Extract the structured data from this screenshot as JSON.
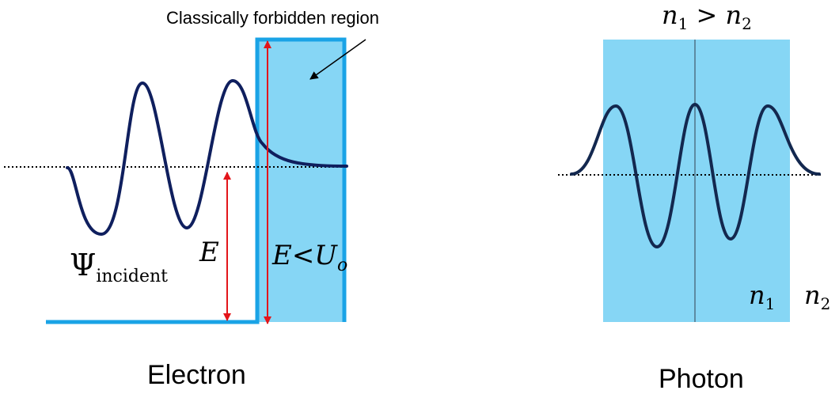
{
  "electron": {
    "caption": "Electron",
    "annotation": "Classically forbidden region",
    "psi_symbol": "Ψ",
    "psi_subscript": "incident",
    "energy_label": "E",
    "barrier_label": "E<U",
    "barrier_label_subscript": "o"
  },
  "photon": {
    "caption": "Photon",
    "condition_n1": "n",
    "condition_n1_sub": "1",
    "condition_relation": " > ",
    "condition_n2": "n",
    "condition_n2_sub": "2",
    "inner_label": "n",
    "inner_label_sub": "1",
    "outer_label": "n",
    "outer_label_sub": "2"
  },
  "colors": {
    "barrier_fill": "#86d6f5",
    "barrier_edge": "#1aa3e6",
    "wave": "#0f1f5e",
    "wave_photon": "#13284f",
    "arrow": "#e3151a",
    "dotted": "#000000"
  }
}
